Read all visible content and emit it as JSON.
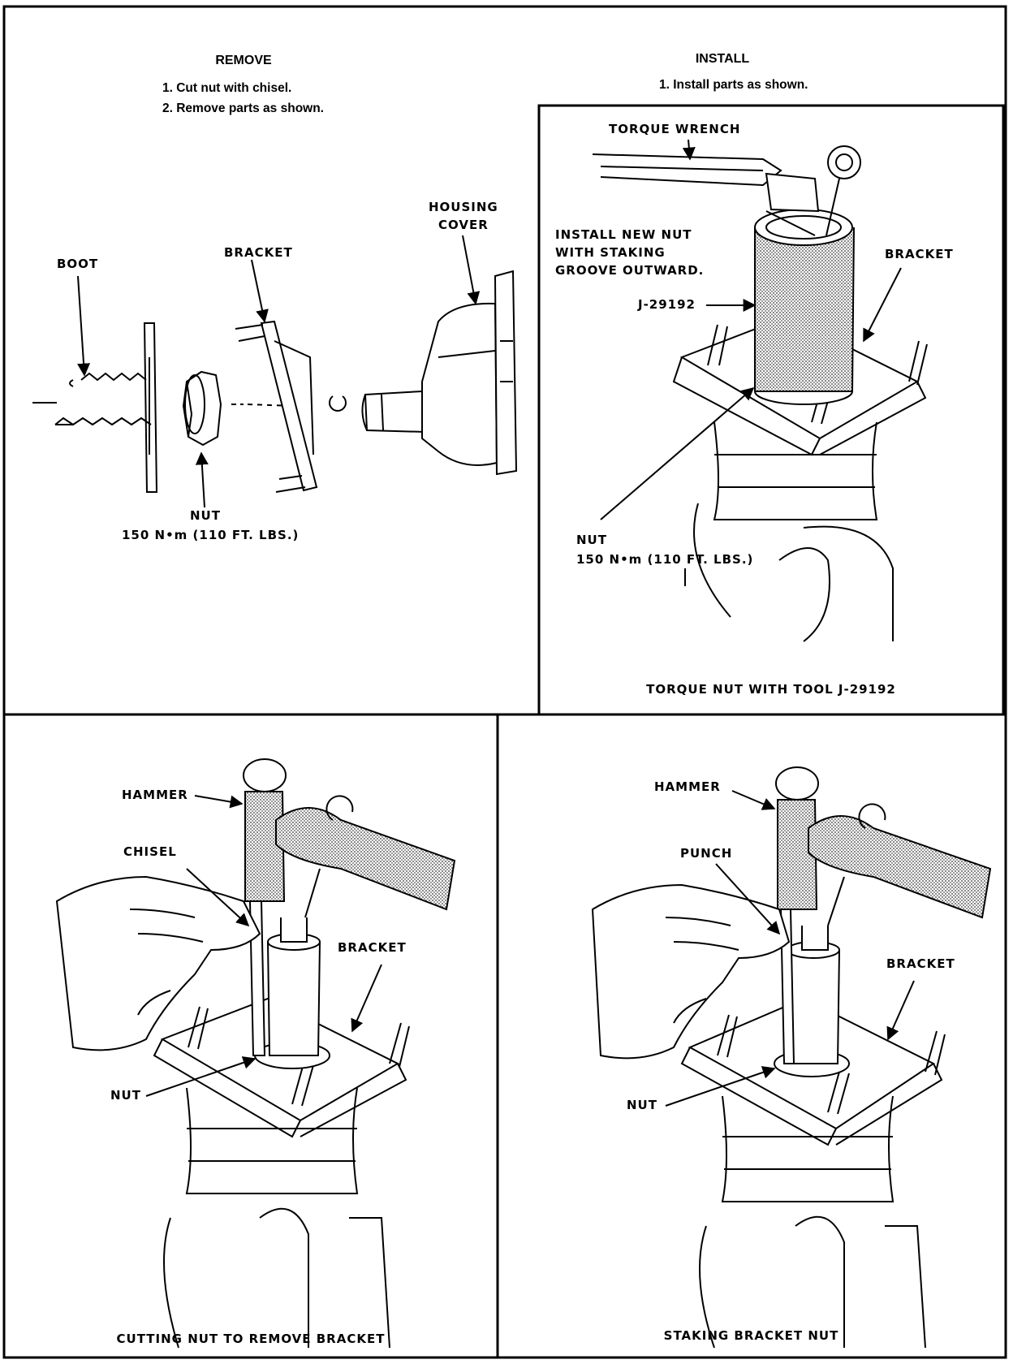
{
  "remove": {
    "heading": "REMOVE",
    "steps": [
      "1. Cut nut with chisel.",
      "2. Remove parts as shown."
    ],
    "labels": {
      "boot": "BOOT",
      "bracket": "BRACKET",
      "housing_cover_1": "HOUSING",
      "housing_cover_2": "COVER",
      "nut": "NUT",
      "torque": "150 N•m (110 FT. LBS.)"
    }
  },
  "install": {
    "heading": "INSTALL",
    "steps": [
      "1. Install parts as shown."
    ],
    "labels": {
      "torque_wrench": "TORQUE WRENCH",
      "note_1": "INSTALL NEW NUT",
      "note_2": "WITH STAKING",
      "note_3": "GROOVE OUTWARD.",
      "tool": "J-29192",
      "bracket": "BRACKET",
      "nut": "NUT",
      "torque": "150 N•m (110 FT. LBS.)"
    },
    "caption": "TORQUE NUT WITH TOOL J-29192"
  },
  "cutting": {
    "labels": {
      "hammer": "HAMMER",
      "chisel": "CHISEL",
      "bracket": "BRACKET",
      "nut": "NUT"
    },
    "caption": "CUTTING NUT TO REMOVE BRACKET"
  },
  "staking": {
    "labels": {
      "hammer": "HAMMER",
      "punch": "PUNCH",
      "bracket": "BRACKET",
      "nut": "NUT"
    },
    "caption": "STAKING BRACKET NUT"
  },
  "colors": {
    "ink": "#000000",
    "paper": "#ffffff",
    "stipple": "#9a9a9a"
  }
}
